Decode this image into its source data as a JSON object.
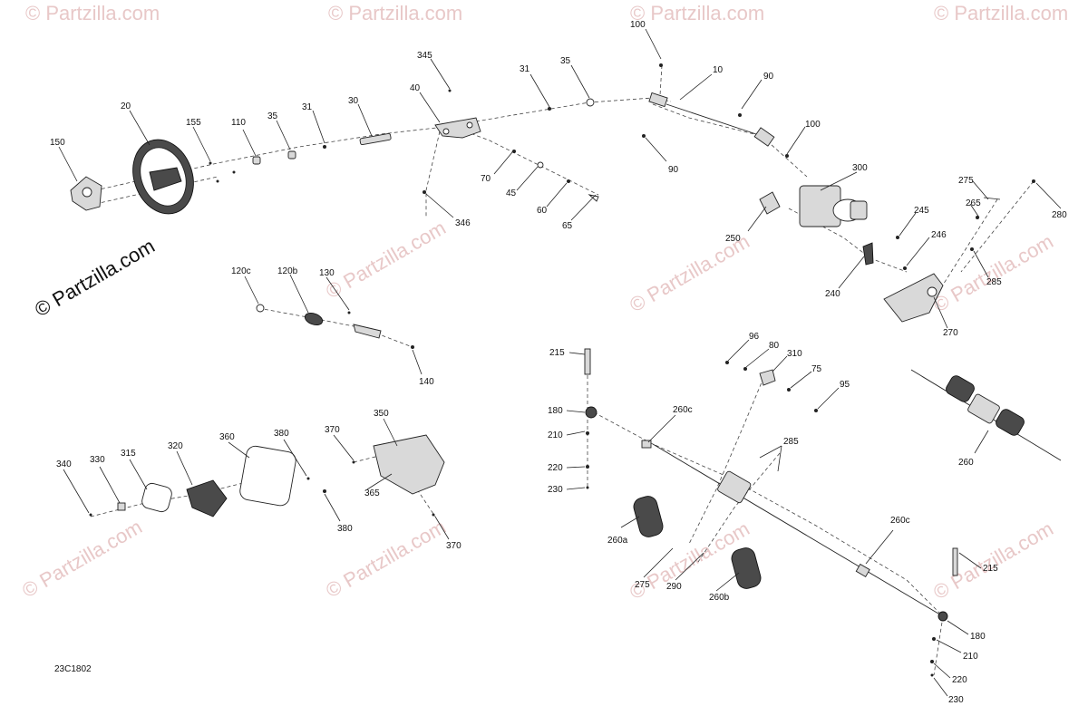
{
  "watermark_text": "© Partzilla.com",
  "brand_text": "© Partzilla.com",
  "figure_id": "23C1802",
  "callouts": {
    "c100a": "100",
    "c10": "10",
    "c90a": "90",
    "c100b": "100",
    "c90b": "90",
    "c345": "345",
    "c31a": "31",
    "c35a": "35",
    "c40": "40",
    "c30": "30",
    "c31b": "31",
    "c35b": "35",
    "c110": "110",
    "c155": "155",
    "c20": "20",
    "c150": "150",
    "c70": "70",
    "c45": "45",
    "c60": "60",
    "c65": "65",
    "c346": "346",
    "c300": "300",
    "c250": "250",
    "c275a": "275",
    "c265": "265",
    "c280": "280",
    "c245": "245",
    "c246": "246",
    "c285a": "285",
    "c240": "240",
    "c270": "270",
    "c120c": "120c",
    "c120b": "120b",
    "c130": "130",
    "c140": "140",
    "c215a": "215",
    "c96": "96",
    "c80": "80",
    "c310": "310",
    "c75": "75",
    "c95": "95",
    "c180a": "180",
    "c210a": "210",
    "c260c_a": "260c",
    "c220a": "220",
    "c230a": "230",
    "c285b": "285",
    "c260a": "260a",
    "c275b": "275",
    "c290": "290",
    "c260b": "260b",
    "c260c_b": "260c",
    "c215b": "215",
    "c180b": "180",
    "c210b": "210",
    "c220b": "220",
    "c230b": "230",
    "c260": "260",
    "c340": "340",
    "c330": "330",
    "c315": "315",
    "c320": "320",
    "c360": "360",
    "c380a": "380",
    "c370a": "370",
    "c350": "350",
    "c365": "365",
    "c380b": "380",
    "c370b": "370"
  }
}
